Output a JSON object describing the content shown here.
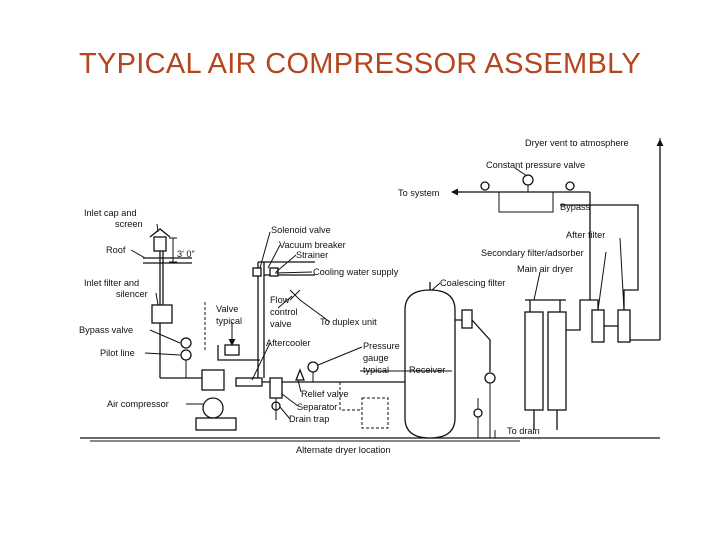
{
  "title": "TYPICAL AIR COMPRESSOR ASSEMBLY",
  "labels": {
    "inlet_cap": [
      "Inlet cap and",
      "screen"
    ],
    "roof": "Roof",
    "dimension": "3' 0\"",
    "inlet_filter": [
      "Inlet filter and",
      "silencer"
    ],
    "bypass_valve": "Bypass valve",
    "pilot_line": "Pilot line",
    "air_compressor": "Air compressor",
    "valve_typical": [
      "Valve",
      "typical"
    ],
    "solenoid_valve": "Solenoid valve",
    "vacuum_breaker": "Vacuum breaker",
    "strainer": "Strainer",
    "cooling_water_supply": "Cooling water supply",
    "flow_control_valve": [
      "Flow",
      "control",
      "valve"
    ],
    "to_duplex_unit": "To duplex unit",
    "aftercooler": "Aftercooler",
    "pressure_gauge": [
      "Pressure",
      "gauge",
      "typical"
    ],
    "receiver": "Receiver",
    "relief_valve": "Relief valve",
    "separator": "Separator",
    "drain_trap": "Drain trap",
    "alternate_dryer": "Alternate dryer location",
    "to_drain": "To drain",
    "coalescing_filter": "Coalescing filter",
    "main_air_dryer": "Main air dryer",
    "secondary_filter": "Secondary filter/adsorber",
    "after_filter": "After filter",
    "bypass": "Bypass",
    "to_system": "To system",
    "constant_pressure_valve": "Constant pressure valve",
    "dryer_vent": "Dryer vent to atmosphere"
  }
}
